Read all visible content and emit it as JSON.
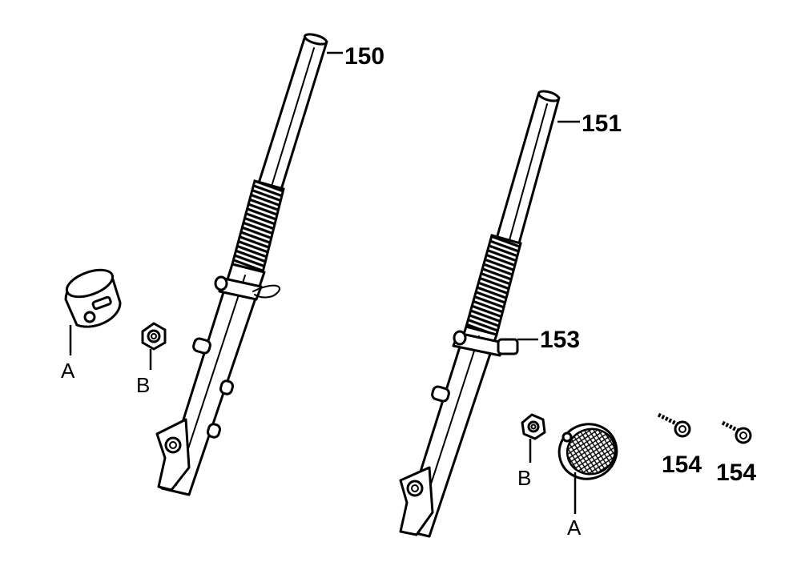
{
  "labels": {
    "part_150": "150",
    "part_151": "151",
    "part_153": "153",
    "part_154_left": "154",
    "part_154_right": "154",
    "left_A": "A",
    "left_B": "B",
    "right_A": "A",
    "right_B": "B"
  },
  "colors": {
    "ink": "#000000",
    "paper": "#ffffff"
  }
}
